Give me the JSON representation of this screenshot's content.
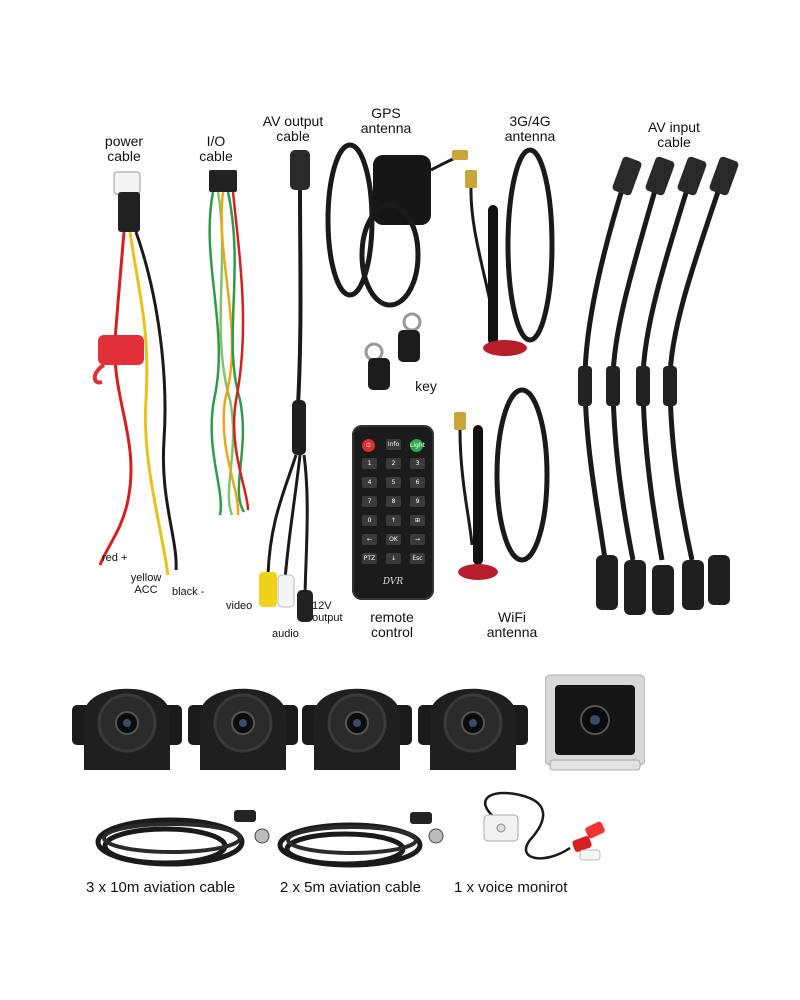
{
  "labels": {
    "power_cable": [
      "power",
      "cable"
    ],
    "io_cable": [
      "I/O",
      "cable"
    ],
    "av_output_cable": [
      "AV output",
      "cable"
    ],
    "gps_antenna": [
      "GPS",
      "antenna"
    ],
    "g34_antenna": [
      "3G/4G",
      "antenna"
    ],
    "av_input_cable": [
      "AV input",
      "cable"
    ],
    "key": "key",
    "remote_control": [
      "remote",
      "control"
    ],
    "wifi_antenna": [
      "WiFi",
      "antenna"
    ],
    "red": "red +",
    "yellow": [
      "yellow",
      "ACC"
    ],
    "black": "black -",
    "video": "video",
    "audio": "audio",
    "v12": [
      "12V",
      "output"
    ]
  },
  "remote_buttons": [
    "⏻",
    "Info",
    "Light",
    "1",
    "2",
    "3",
    "4",
    "5",
    "6",
    "7",
    "8",
    "9",
    "0",
    "↑",
    "⊞",
    "←",
    "OK",
    "→",
    "PTZ",
    "↓",
    "Esc"
  ],
  "remote_brand": "DVR",
  "captions": {
    "aviation_10m": "3 x 10m aviation cable",
    "aviation_5m": "2 x 5m aviation cable",
    "voice": "1 x voice monirot"
  },
  "colors": {
    "cable": "#1a1a1a",
    "fuse": "#e0303a",
    "wire_red": "#d42020",
    "wire_yellow": "#e8c21a",
    "wire_green": "#2e9a4a"
  }
}
